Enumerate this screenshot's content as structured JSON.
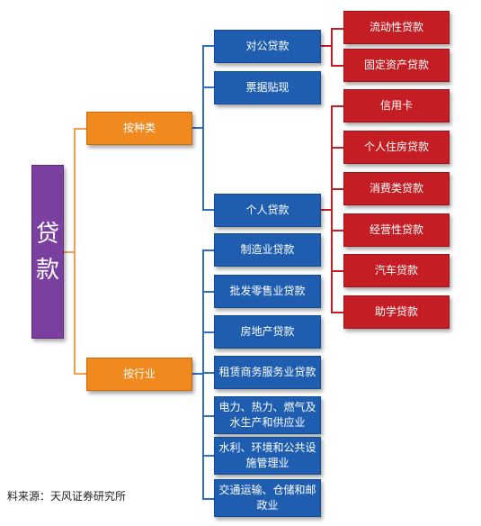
{
  "root": {
    "label": "贷\n款"
  },
  "categories": [
    {
      "label": "按种类"
    },
    {
      "label": "按行业"
    }
  ],
  "by_type": [
    {
      "label": "对公贷款"
    },
    {
      "label": "票据贴现"
    },
    {
      "label": "个人贷款"
    }
  ],
  "corporate_sub": [
    {
      "label": "流动性贷款"
    },
    {
      "label": "固定资产贷款"
    }
  ],
  "personal_sub": [
    {
      "label": "信用卡"
    },
    {
      "label": "个人住房贷款"
    },
    {
      "label": "消费类贷款"
    },
    {
      "label": "经营性贷款"
    },
    {
      "label": "汽车贷款"
    },
    {
      "label": "助学贷款"
    }
  ],
  "by_industry": [
    {
      "label": "制造业贷款"
    },
    {
      "label": "批发零售业贷款"
    },
    {
      "label": "房地产贷款"
    },
    {
      "label": "租赁商务服务业贷款"
    },
    {
      "label": "电力、热力、燃气及\n水生产和供应业"
    },
    {
      "label": "水利、环境和公共设\n施管理业"
    },
    {
      "label": "交通运输、仓储和邮\n政业"
    }
  ],
  "source": "料来源：天风证券研究所",
  "colors": {
    "root": "#7b3fa0",
    "category": "#f08a1e",
    "blue": "#1f5db0",
    "red": "#c41e24"
  }
}
